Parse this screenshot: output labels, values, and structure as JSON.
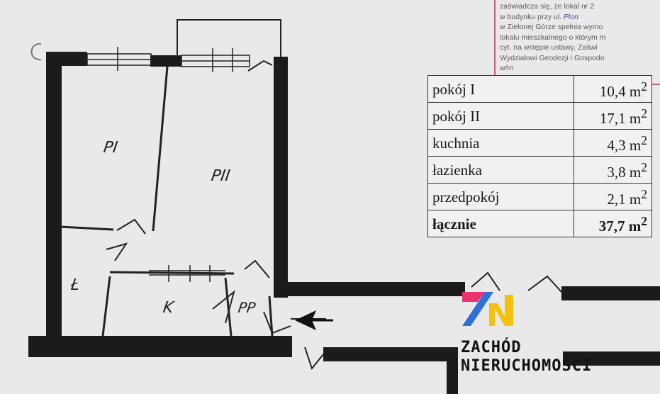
{
  "stamp": {
    "lines": [
      "zaświadcza się, że lokal nr",
      "w budynku przy ul.",
      "w Zielonej Górze spełnia wymo",
      "lokalu mieszkalnego o którym m",
      "cyt. na wstępie ustawy. Zaświ",
      "Wydziałowi Geodezji i Gospodo",
      "w/m"
    ],
    "handwritten": [
      "2",
      "Plon"
    ]
  },
  "rooms": [
    {
      "label": "PI"
    },
    {
      "label": "PII"
    },
    {
      "label": "Ł"
    },
    {
      "label": "K"
    },
    {
      "label": "PP"
    }
  ],
  "area_table": {
    "rows": [
      {
        "name": "pokój I",
        "value": "10,4 m",
        "sup": "2"
      },
      {
        "name": "pokój II",
        "value": "17,1 m",
        "sup": "2"
      },
      {
        "name": "kuchnia",
        "value": "4,3 m",
        "sup": "2"
      },
      {
        "name": "łazienka",
        "value": "3,8 m",
        "sup": "2"
      },
      {
        "name": "przedpokój",
        "value": "2,1 m",
        "sup": "2"
      }
    ],
    "total": {
      "name": "łącznie",
      "value": "37,7 m",
      "sup": "2"
    }
  },
  "watermark": {
    "line1": "ZACHÓD",
    "line2": "NIERUCHOMOŚCI",
    "colors": {
      "pink": "#e8336f",
      "blue": "#2f6fd8",
      "yellow": "#f4c20d"
    }
  },
  "colors": {
    "wall": "#1b1b1b",
    "paper": "#e9e9e9",
    "stamp": "#c9607a"
  }
}
